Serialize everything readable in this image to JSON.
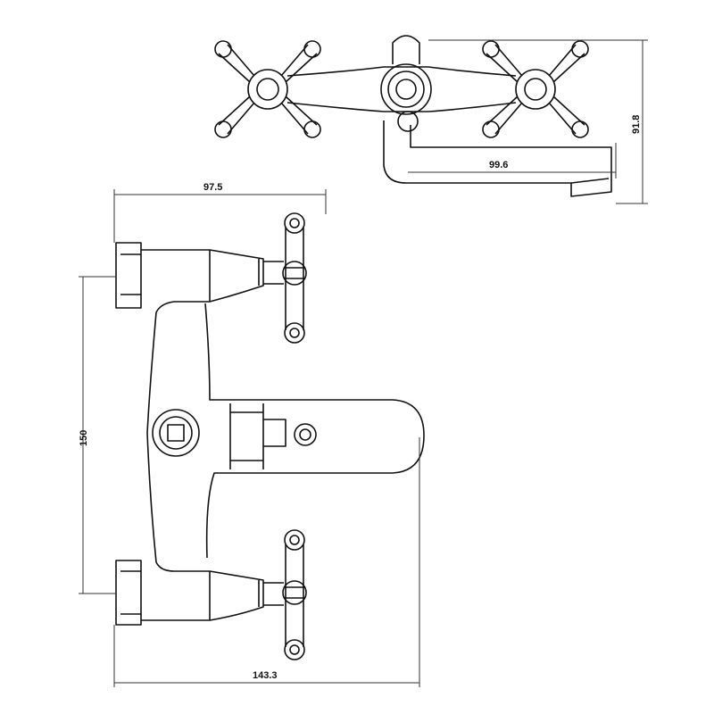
{
  "dimensions": {
    "top_width": "97.5",
    "inlet_spacing": "150",
    "total_width": "143.3",
    "spout_reach": "99.6",
    "depth": "91.8"
  },
  "colors": {
    "line": "#111111",
    "background": "#ffffff"
  }
}
